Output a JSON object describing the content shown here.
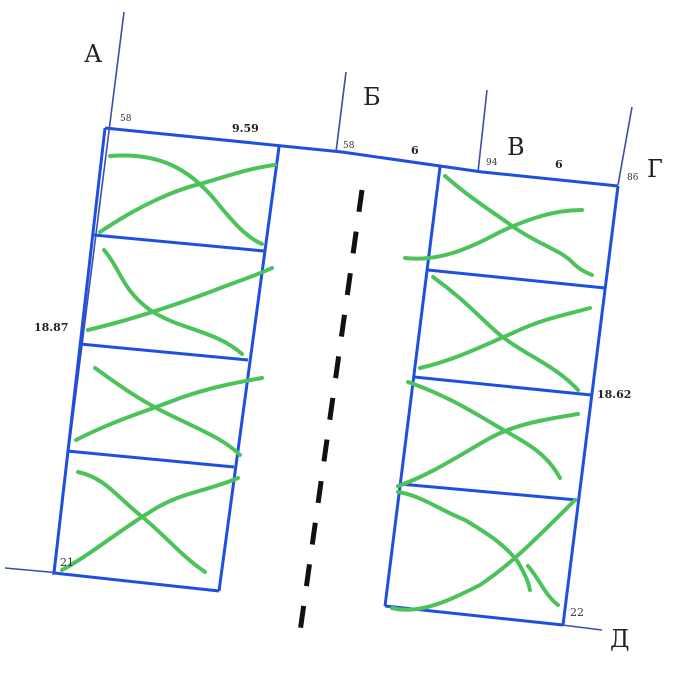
{
  "colors": {
    "boundary": "#1f4fe0",
    "axis": "#3c4fa8",
    "hatch": "#4cc35a",
    "centerline": "#111111",
    "text": "#222222"
  },
  "letters": {
    "a": "А",
    "b": "Б",
    "v": "В",
    "g": "Г",
    "d": "Д"
  },
  "points": {
    "p58": "58",
    "p58b": "58",
    "p94": "94",
    "p86": "86",
    "p21": "21",
    "p22": "22"
  },
  "dimensions": {
    "top_left": "9.59",
    "top_mid": "6",
    "top_right": "6",
    "left_side": "18.87",
    "right_side": "18.62"
  }
}
